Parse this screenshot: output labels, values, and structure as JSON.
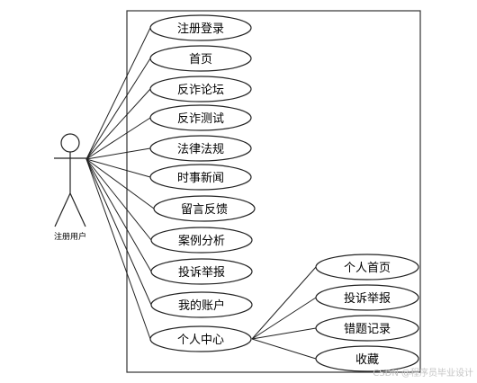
{
  "actor": {
    "label": "注册用户"
  },
  "use_cases": [
    "注册登录",
    "首页",
    "反诈论坛",
    "反诈测试",
    "法律法规",
    "时事新闻",
    "留言反馈",
    "案例分析",
    "投诉举报",
    "我的账户",
    "个人中心"
  ],
  "sub_use_cases": [
    "个人首页",
    "投诉举报",
    "错题记录",
    "收藏"
  ],
  "watermark": "CSDN @程序员毕业设计"
}
